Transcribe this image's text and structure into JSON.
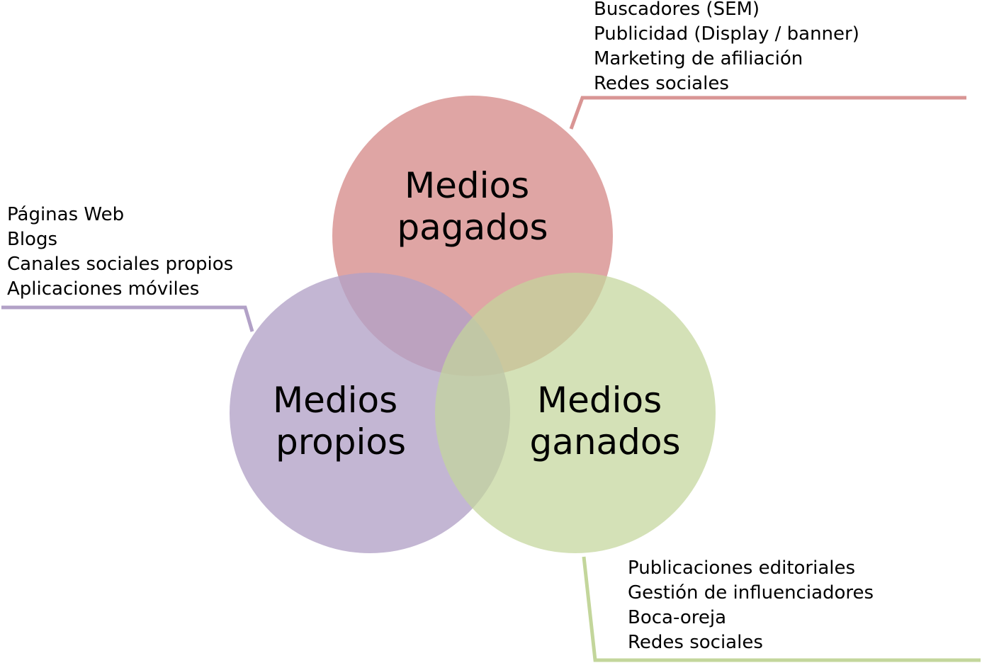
{
  "circles": {
    "paid": {
      "line1": "Medios",
      "line2": "pagados",
      "color": "#d99594"
    },
    "owned": {
      "line1": "Medios",
      "line2": "propios",
      "color": "#b2a1c7"
    },
    "earned": {
      "line1": "Medios",
      "line2": "ganados",
      "color": "#c3d69b"
    }
  },
  "lists": {
    "paid": [
      "Buscadores (SEM)",
      "Publicidad (Display / banner)",
      "Marketing de afiliación",
      "Redes sociales"
    ],
    "owned": [
      "Páginas Web",
      "Blogs",
      "Canales sociales propios",
      "Aplicaciones móviles"
    ],
    "earned": [
      "Publicaciones editoriales",
      "Gestión de influenciadores",
      "Boca-oreja",
      "Redes sociales"
    ]
  }
}
